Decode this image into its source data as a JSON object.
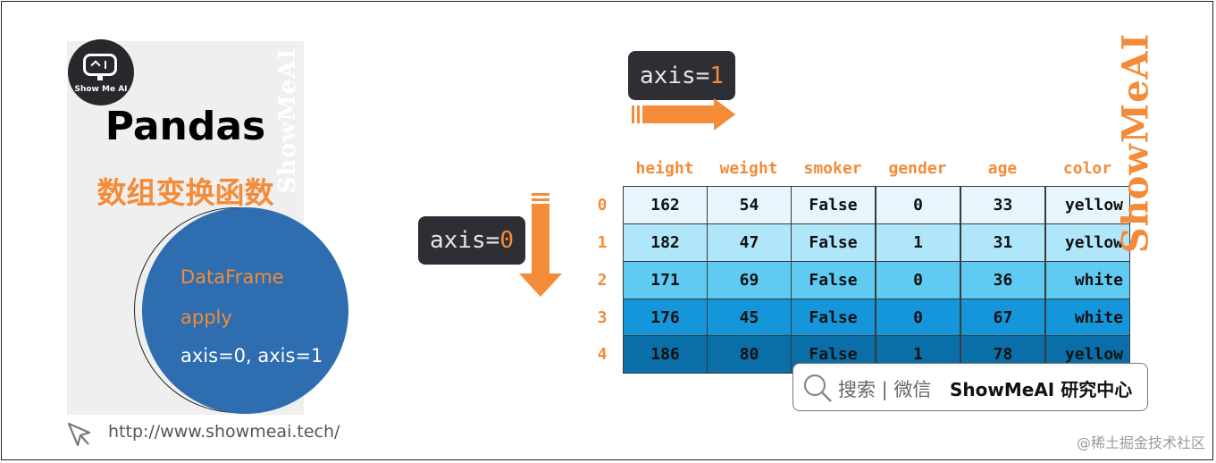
{
  "brand": {
    "logo_text": "Show Me AI",
    "title": "Pandas",
    "subtitle": "数组变换函数",
    "watermark": "ShowMeAI"
  },
  "circle": {
    "lines": [
      "DataFrame",
      "apply",
      "axis=0, axis=1"
    ]
  },
  "url": "http://www.showmeai.tech/",
  "axis1": {
    "prefix": "axis=",
    "value": "1"
  },
  "axis0": {
    "prefix": "axis=",
    "value": "0"
  },
  "table": {
    "columns": [
      "height",
      "weight",
      "smoker",
      "gender",
      "age",
      "color"
    ],
    "index": [
      "0",
      "1",
      "2",
      "3",
      "4"
    ],
    "rows": [
      [
        "162",
        "54",
        "False",
        "0",
        "33",
        "yellow"
      ],
      [
        "182",
        "47",
        "False",
        "1",
        "31",
        "yellow"
      ],
      [
        "171",
        "69",
        "False",
        "0",
        "36",
        "white"
      ],
      [
        "176",
        "45",
        "False",
        "0",
        "67",
        "white"
      ],
      [
        "186",
        "80",
        "False",
        "1",
        "78",
        "yellow"
      ]
    ],
    "row_colors": [
      "#e6f6fc",
      "#b0e6fa",
      "#5fcbf2",
      "#1596db",
      "#0a6fa8"
    ]
  },
  "search_badge": {
    "text": "搜索 | 微信",
    "brand": "ShowMeAI 研究中心"
  },
  "credit": "@稀土掘金技术社区",
  "colors": {
    "accent": "#f48b38",
    "dark": "#2d2f35",
    "disc": "#2d6db0"
  }
}
